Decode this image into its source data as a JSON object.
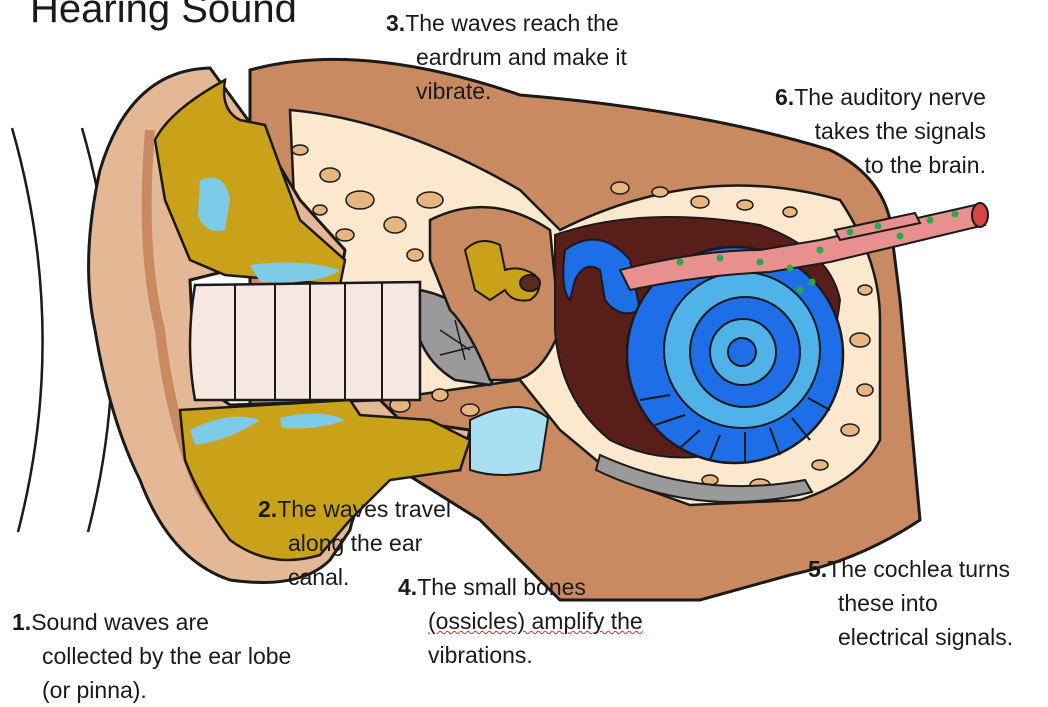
{
  "title": "Hearing Sound",
  "steps": [
    {
      "num": "1.",
      "lines": [
        "Sound waves are",
        "collected by the ear lobe",
        "(or pinna)."
      ]
    },
    {
      "num": "2.",
      "lines": [
        "The waves travel",
        "along the ear",
        "canal."
      ]
    },
    {
      "num": "3.",
      "lines": [
        "The waves reach the",
        "eardrum and make it",
        "vibrate."
      ]
    },
    {
      "num": "4.",
      "lines": [
        "The small bones",
        "(ossicles) amplify the",
        "vibrations."
      ],
      "underlined_word": "ossicles"
    },
    {
      "num": "5.",
      "lines": [
        "The cochlea turns",
        "these into",
        "electrical signals."
      ]
    },
    {
      "num": "6.",
      "lines": [
        "The auditory nerve",
        "takes the signals",
        "to the brain."
      ]
    }
  ],
  "colors": {
    "skin": "#c98a62",
    "skin_light": "#e4b894",
    "bone": "#fbe8cf",
    "cartilage": "#c9a21a",
    "fluid": "#7ecbe8",
    "cochlea": "#1e6ee8",
    "cochlea_light": "#4fb3ea",
    "nerve": "#e88f8f",
    "nerve_dot": "#2ca84a",
    "eardrum": "#9a9a9a",
    "outline": "#1a1a1a"
  }
}
